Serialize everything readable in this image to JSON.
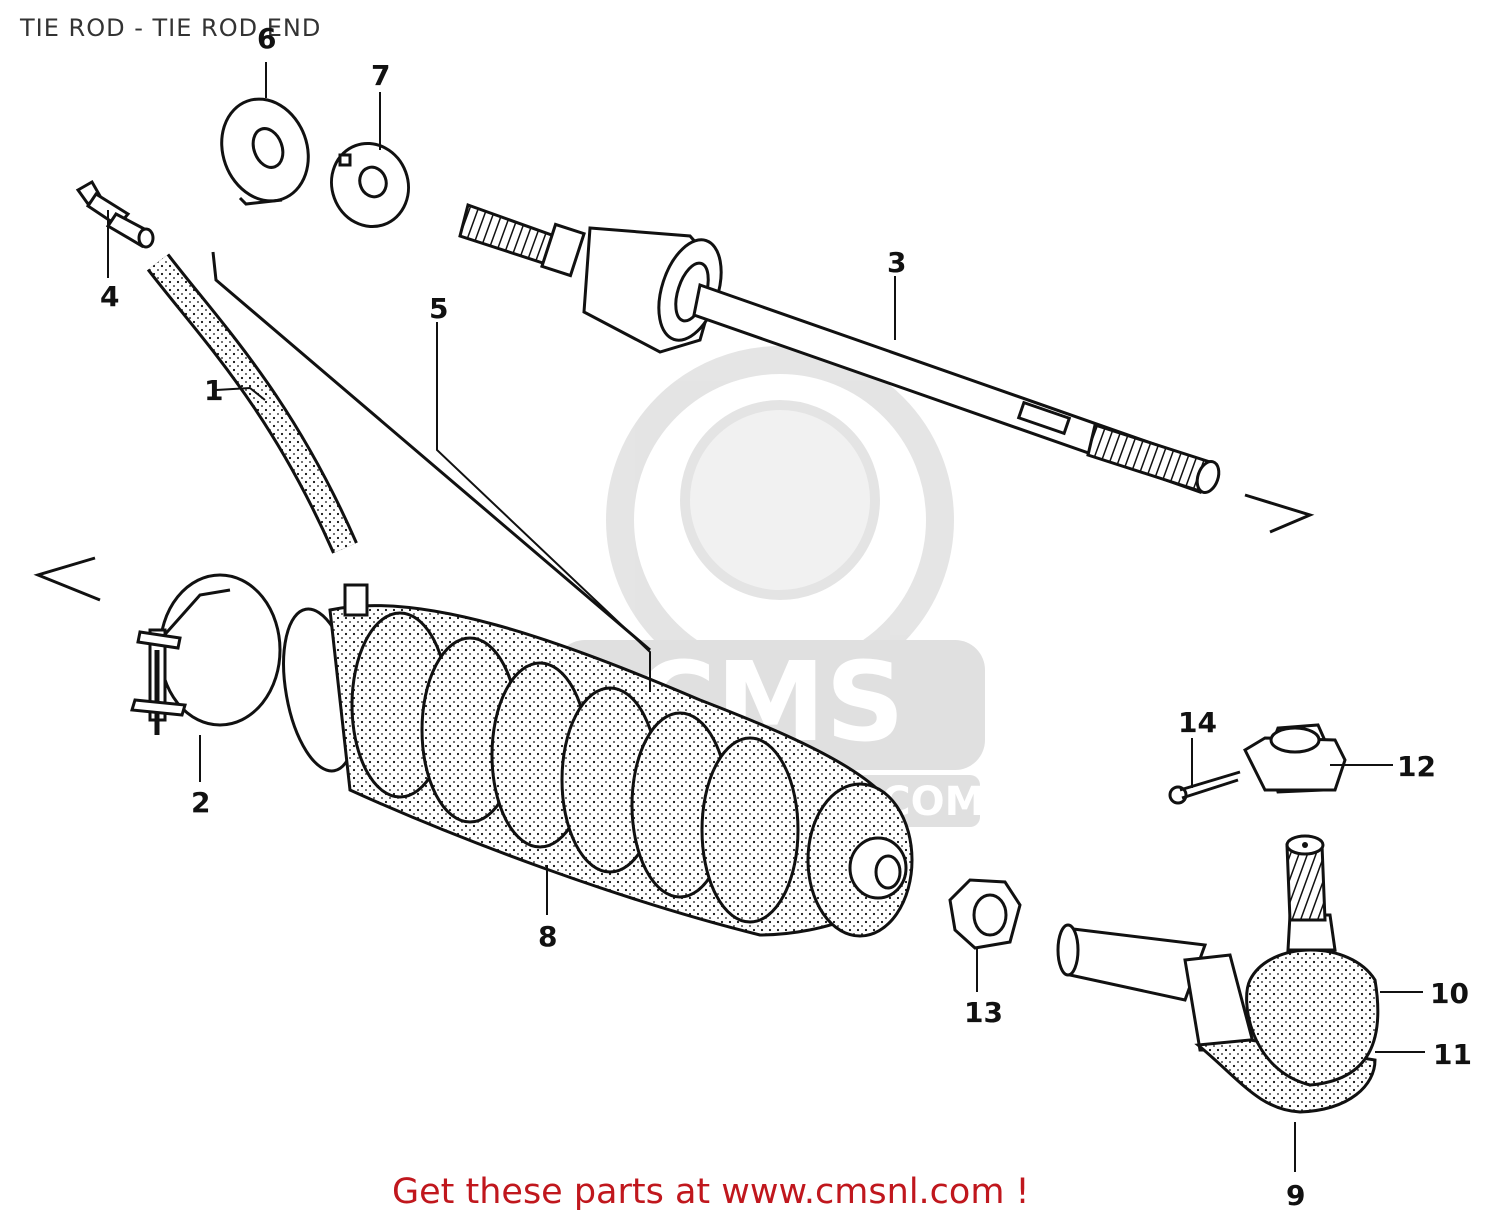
{
  "title": "TIE ROD - TIE ROD END",
  "footer": "Get these parts at www.cmsnl.com !",
  "watermark": {
    "brand": "CMS",
    "url": "www.CMSNL.COM"
  },
  "callouts": [
    "1",
    "2",
    "3",
    "4",
    "5",
    "6",
    "7",
    "8",
    "9",
    "10",
    "11",
    "12",
    "13",
    "14"
  ],
  "colors": {
    "footer": "#c0171d",
    "ink": "#111111",
    "watermark": "#dddddd"
  }
}
